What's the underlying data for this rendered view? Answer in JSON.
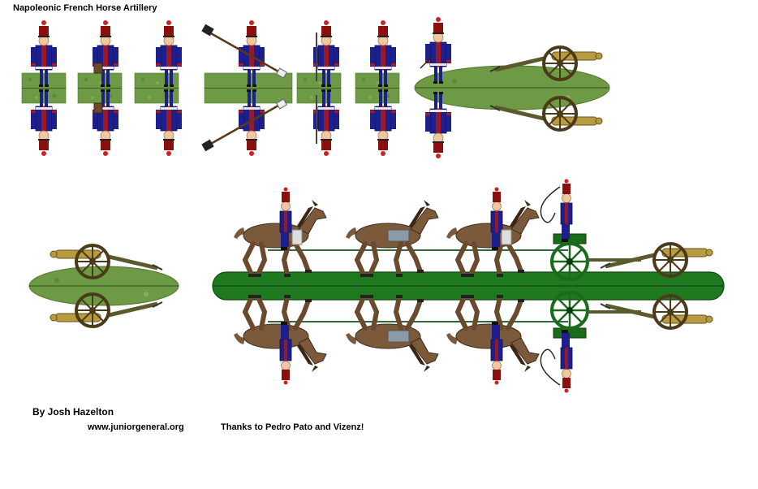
{
  "sheet": {
    "title": "Napoleonic French Horse Artillery",
    "author": "By Josh Hazelton",
    "website": "www.juniorgeneral.org",
    "thanks": "Thanks to Pedro Pato and Vizenz!"
  },
  "colors": {
    "uniform_blue": "#1c1f8c",
    "facing_red": "#b01818",
    "shako": "#8a1010",
    "base_green": "#6f9a45",
    "limber_base": "#1f7a1f",
    "gun_bronze": "#b89a40",
    "carriage": "#5a5a2c",
    "horse": "#7a5a3a"
  },
  "icons": [
    "soldier-figure-icon",
    "rammer-icon",
    "cannon-icon",
    "horse-icon",
    "limber-wheel-icon",
    "whip-icon"
  ]
}
